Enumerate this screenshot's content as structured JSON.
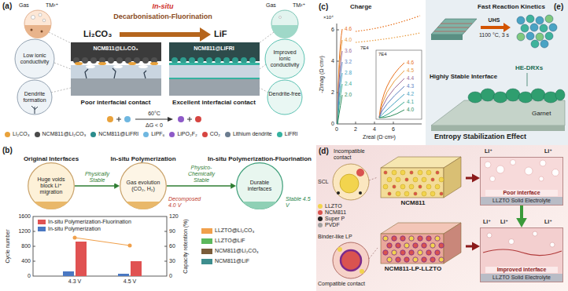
{
  "diagram": {
    "nodes": [
      {
        "text": [
          "Original Interfaces",
          "Huge voids block Li⁺ migration"
        ]
      },
      {
        "text": [
          "In-situ Polymerization",
          "Gas evolution (CO₂, H₂)"
        ]
      },
      {
        "text": [
          "In-situ Polymerization-Fluorination",
          "Durable interfaces"
        ]
      },
      {
        "text": [
          "NCM811"
        ]
      },
      {
        "text": [
          "NCM811-LP-LLZTO"
        ]
      },
      {
        "text": [
          "Poor interface",
          "LLZTO Solid Electrolyte"
        ]
      },
      {
        "text": [
          "Improved interface",
          "LLZTO Solid Electrolyte"
        ]
      }
    ],
    "edges": [
      {
        "from": 0,
        "to": 1,
        "arrow": "to",
        "label": "Physically Stable"
      },
      {
        "from": 1,
        "to": 2,
        "arrow": "to",
        "label": "Physico-Chemically Stable"
      },
      {
        "from": 3,
        "to": 5,
        "arrow": "to"
      },
      {
        "from": 4,
        "to": 6,
        "arrow": "to"
      },
      {
        "from": 5,
        "to": 6,
        "arrow": "to"
      }
    ],
    "labels": [
      "(a)",
      "Gas",
      "TM²⁺",
      "In-situ",
      "Decarbonisation-Fluorination",
      "Li₂CO₃",
      "LiF",
      "Gas",
      "TM²⁺",
      "NCM811@Li₂CO₃",
      "NCM811@LiFRI",
      "Low ionic conductivity",
      "Improved ionic conductivity",
      "Dendrite formation",
      "Dendrite-free",
      "Poor interfacial contact",
      "Excellent interfacial contact",
      "60°C",
      "ΔG < 0",
      "(b)",
      "Decomposed 4.0 V",
      "Stable 4.5 V",
      "Cycle number",
      "0",
      "400",
      "800",
      "1200",
      "1600",
      "Capacity retention (%)",
      "0",
      "30",
      "60",
      "90",
      "120",
      "4.3 V",
      "4.5 V",
      "(c)",
      "Charge",
      "×10⁴",
      "-Zimag (Ω·cm²)",
      "0",
      "2",
      "4",
      "6",
      "0",
      "2",
      "4",
      "6",
      "Zreal (Ω·cm²)",
      "7E4",
      "4.6",
      "4.0",
      "3.6",
      "3.2",
      "2.8",
      "2.4",
      "2.0",
      "7E4",
      "4.6",
      "4.5",
      "4.4",
      "4.3",
      "4.2",
      "4.1",
      "4.0",
      "(e)",
      "Fast Reaction Kinetics",
      "UHS",
      "1100 °C, 3 s",
      "HE-DRXs",
      "Highly Stable Interface",
      "Garnet",
      "Entropy Stabilization Effect",
      "(d)",
      "Incompatible contact",
      "SCL",
      "Binder-like LP",
      "Compatible contact",
      "Li⁺",
      "Li⁺",
      "Li⁺",
      "Li⁺",
      "Li⁺"
    ],
    "legend": [
      {
        "text": "Li₂CO₃",
        "color": "#e9a23b"
      },
      {
        "text": "NCM811@Li₂CO₃",
        "color": "#4a4a4a"
      },
      {
        "text": "NCM811@LiFRI",
        "color": "#2b8c8c"
      },
      {
        "text": "LiPF₆",
        "color": "#6fb7e0"
      },
      {
        "text": "LiPO₂F₂",
        "color": "#8e5ac8"
      },
      {
        "text": "CO₂",
        "color": "#d64541"
      },
      {
        "text": "Lithium dendrite",
        "color": "#6b7c8f"
      },
      {
        "text": "LiFRI",
        "color": "#35b2a0"
      },
      {
        "text": "In-situ Polymerization-Fluorination",
        "color": "#e05252"
      },
      {
        "text": "In-situ Polymerization",
        "color": "#4a78c2"
      },
      {
        "text": "LLZTO@Li₂CO₃",
        "color": "#f0a04b"
      },
      {
        "text": "LLZTO@LiF",
        "color": "#5cb85c"
      },
      {
        "text": "NCM811@Li₂CO₃",
        "color": "#7a5c3a"
      },
      {
        "text": "NCM811@LiF",
        "color": "#3e8e8e"
      },
      {
        "text": "LLZTO",
        "color": "#f2d44e"
      },
      {
        "text": "NCM811",
        "color": "#d9534f"
      },
      {
        "text": "Super P",
        "color": "#222222"
      },
      {
        "text": "PVDF",
        "color": "#a0a0a0"
      }
    ]
  }
}
